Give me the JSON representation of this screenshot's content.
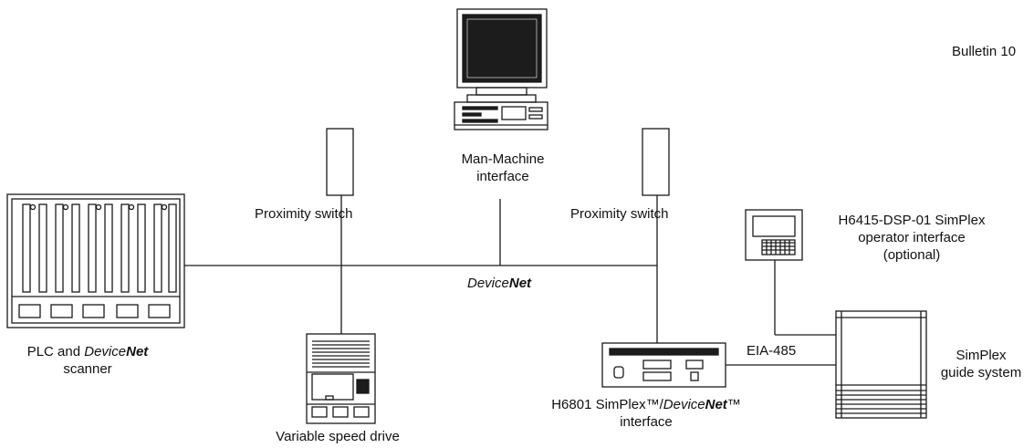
{
  "header": {
    "bulletin": "Bulletin 10"
  },
  "network": {
    "name_prefix": "Device",
    "name_bold": "Net"
  },
  "devices": {
    "plc": {
      "line1_prefix": "PLC and ",
      "line1_italic": "Device",
      "line1_bold": "Net",
      "line2": "scanner"
    },
    "prox_left": {
      "label": "Proximity  switch"
    },
    "prox_right": {
      "label": "Proximity  switch"
    },
    "mmi": {
      "line1": "Man-Machine",
      "line2": "interface"
    },
    "vsd": {
      "label": "Variable speed drive"
    },
    "h6801": {
      "line1_prefix": "H6801 SimPlex™/",
      "line1_italic": "Device",
      "line1_bold": "Net",
      "line1_suffix": "™",
      "line2": "interface"
    },
    "link": {
      "label": "EIA-485"
    },
    "operator": {
      "line1": "H6415-DSP-01 SimPlex",
      "line2": "operator interface",
      "line3": "(optional)"
    },
    "guide": {
      "line1": "SimPlex",
      "line2": "guide system"
    }
  },
  "colors": {
    "line": "#1a1a1a",
    "screen": "#1c1c1c",
    "background": "#ffffff"
  }
}
